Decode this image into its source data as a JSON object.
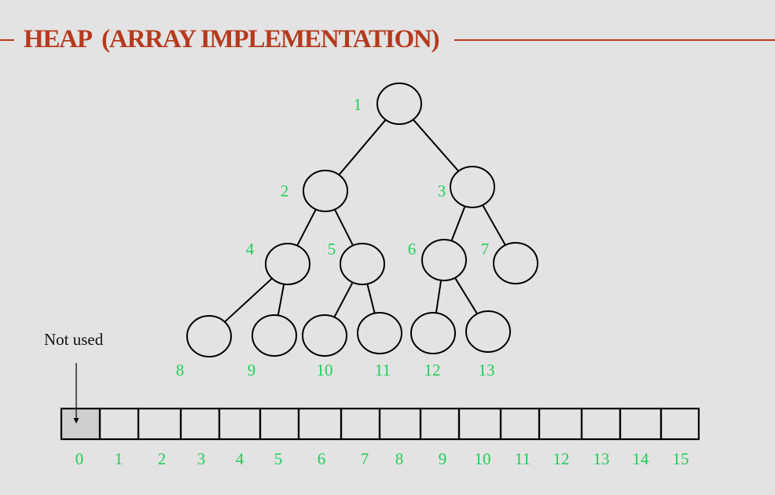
{
  "slide": {
    "title": "HEAP  (ARRAY IMPLEMENTATION)"
  },
  "tree": {
    "nodes": [
      {
        "index": "1",
        "parent": null
      },
      {
        "index": "2",
        "parent": 1
      },
      {
        "index": "3",
        "parent": 1
      },
      {
        "index": "4",
        "parent": 2
      },
      {
        "index": "5",
        "parent": 2
      },
      {
        "index": "6",
        "parent": 3
      },
      {
        "index": "7",
        "parent": 3
      },
      {
        "index": "8",
        "parent": 4
      },
      {
        "index": "9",
        "parent": 4
      },
      {
        "index": "10",
        "parent": 5
      },
      {
        "index": "11",
        "parent": 5
      },
      {
        "index": "12",
        "parent": 6
      },
      {
        "index": "13",
        "parent": 6
      }
    ]
  },
  "array": {
    "note": "Not used",
    "unused_index": 0,
    "indices": [
      "0",
      "1",
      "2",
      "3",
      "4",
      "5",
      "6",
      "7",
      "8",
      "9",
      "10",
      "11",
      "12",
      "13",
      "14",
      "15"
    ]
  },
  "colors": {
    "title": "#b53a1d",
    "index_label": "#1fcf55",
    "unused_cell": "#cfcfcf",
    "background": "#e3e3e3"
  }
}
